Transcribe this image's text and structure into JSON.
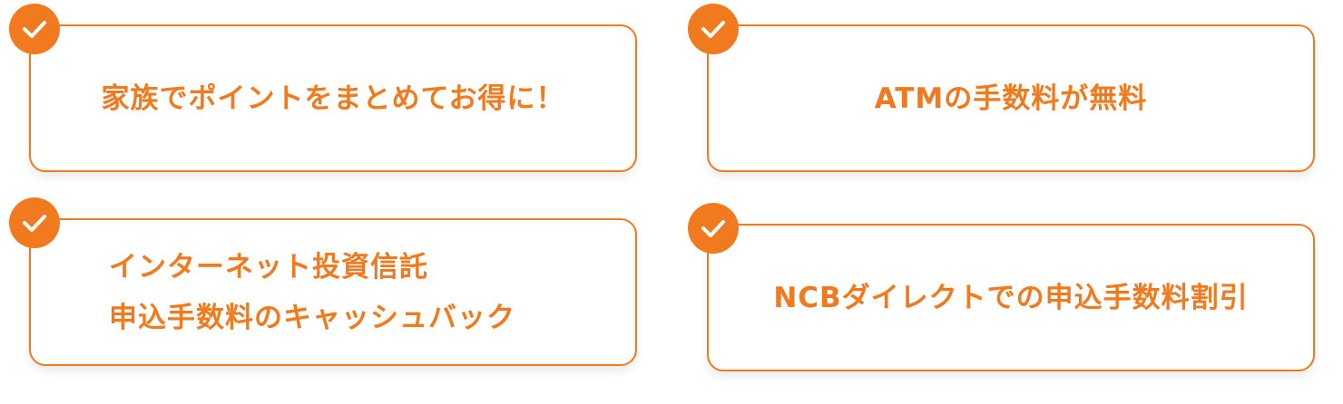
{
  "colors": {
    "accent": "#f07a1d",
    "background": "#ffffff",
    "check": "#ffffff"
  },
  "features": [
    {
      "icon": "check-icon",
      "label": "家族でポイントをまとめてお得に！"
    },
    {
      "icon": "check-icon",
      "label": "ATMの手数料が無料"
    },
    {
      "icon": "check-icon",
      "label_lines": [
        "インターネット投資信託",
        "申込手数料のキャッシュバック"
      ]
    },
    {
      "icon": "check-icon",
      "label": "NCBダイレクトでの申込手数料割引"
    }
  ]
}
